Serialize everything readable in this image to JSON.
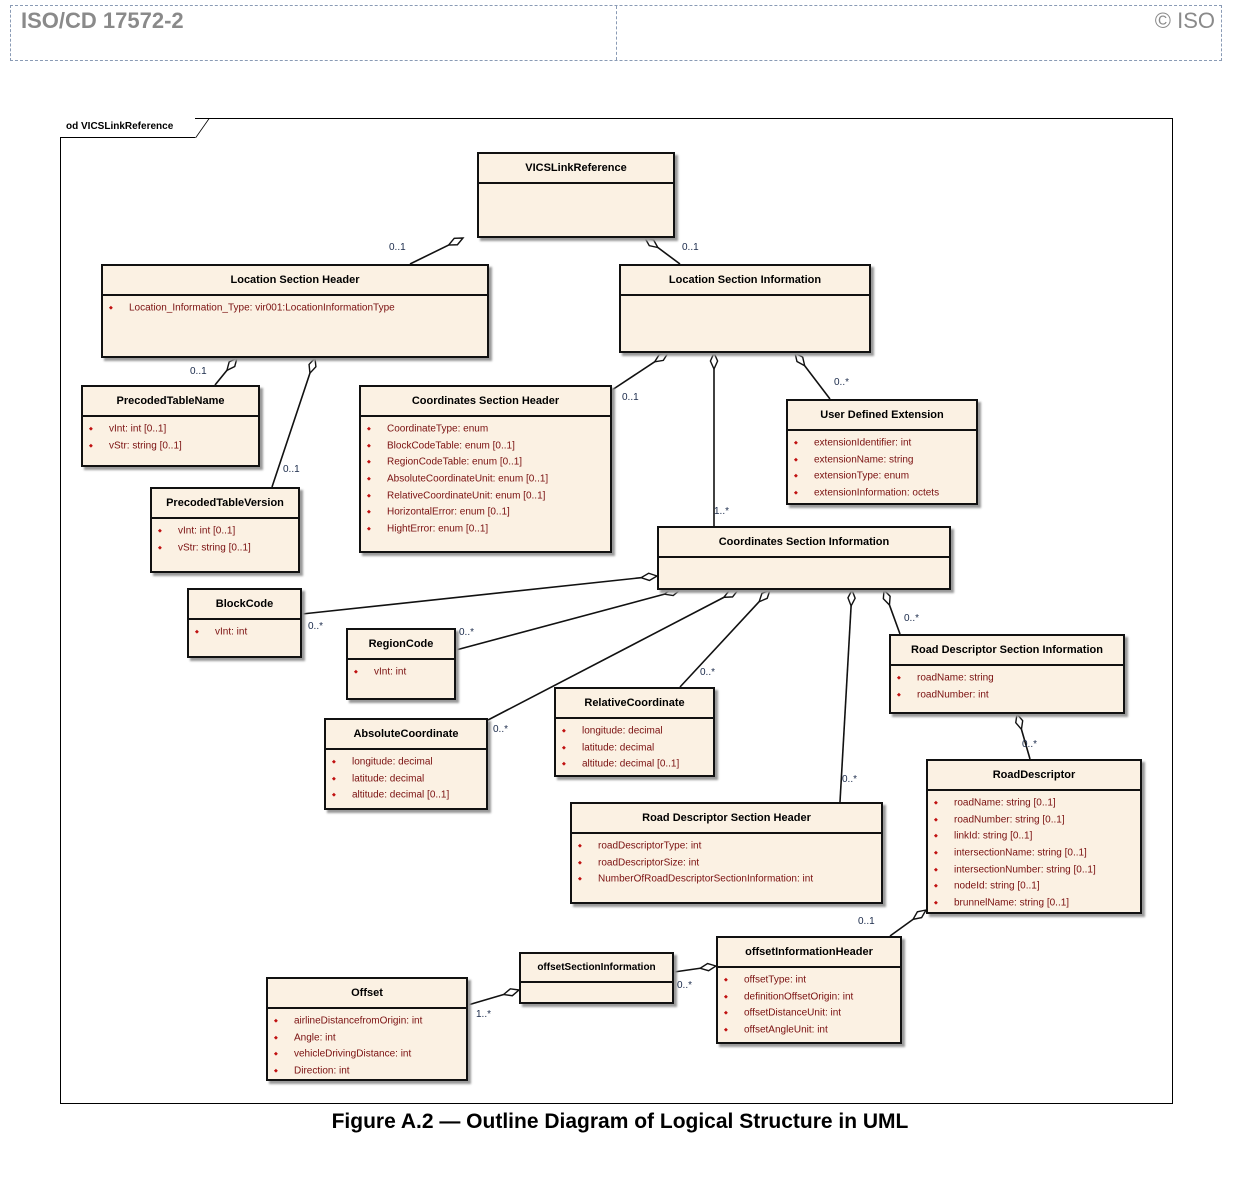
{
  "header": {
    "doc_id": "ISO/CD 17572-2",
    "copyright": "© ISO"
  },
  "diagram": {
    "frame_label": "od VICSLinkReference",
    "classes": {
      "vics": {
        "name": "VICSLinkReference",
        "attrs": []
      },
      "lsh": {
        "name": "Location Section Header",
        "attrs": [
          "Location_Information_Type: vir001:LocationInformationType"
        ]
      },
      "lsi": {
        "name": "Location Section Information",
        "attrs": []
      },
      "ptn": {
        "name": "PrecodedTableName",
        "attrs": [
          "vInt: int [0..1]",
          "vStr: string [0..1]"
        ]
      },
      "ptv": {
        "name": "PrecodedTableVersion",
        "attrs": [
          "vInt: int [0..1]",
          "vStr: string [0..1]"
        ]
      },
      "csh": {
        "name": "Coordinates Section Header",
        "attrs": [
          "CoordinateType: enum",
          "BlockCodeTable: enum [0..1]",
          "RegionCodeTable: enum [0..1]",
          "AbsoluteCoordinateUnit: enum [0..1]",
          "RelativeCoordinateUnit: enum [0..1]",
          "HorizontalError: enum [0..1]",
          "HightError: enum [0..1]"
        ]
      },
      "ude": {
        "name": "User Defined Extension",
        "attrs": [
          "extensionIdentifier: int",
          "extensionName: string",
          "extensionType: enum",
          "extensionInformation: octets"
        ]
      },
      "csi": {
        "name": "Coordinates Section Information",
        "attrs": []
      },
      "block": {
        "name": "BlockCode",
        "attrs": [
          "vInt: int"
        ]
      },
      "region": {
        "name": "RegionCode",
        "attrs": [
          "vInt: int"
        ]
      },
      "rdsi": {
        "name": "Road Descriptor Section Information",
        "attrs": [
          "roadName: string",
          "roadNumber: int"
        ]
      },
      "rel": {
        "name": "RelativeCoordinate",
        "attrs": [
          "longitude: decimal",
          "latitude: decimal",
          "altitude: decimal [0..1]"
        ]
      },
      "abs": {
        "name": "AbsoluteCoordinate",
        "attrs": [
          "longitude: decimal",
          "latitude: decimal",
          "altitude: decimal [0..1]"
        ]
      },
      "rdsh": {
        "name": "Road Descriptor Section Header",
        "attrs": [
          "roadDescriptorType: int",
          "roadDescriptorSize: int",
          "NumberOfRoadDescriptorSectionInformation: int"
        ]
      },
      "rd": {
        "name": "RoadDescriptor",
        "attrs": [
          "roadName: string [0..1]",
          "roadNumber: string [0..1]",
          "linkId: string [0..1]",
          "intersectionName: string [0..1]",
          "intersectionNumber: string [0..1]",
          "nodeId: string [0..1]",
          "brunnelName: string [0..1]"
        ]
      },
      "oih": {
        "name": "offsetInformationHeader",
        "attrs": [
          "offsetType: int",
          "definitionOffsetOrigin: int",
          "offsetDistanceUnit: int",
          "offsetAngleUnit: int"
        ]
      },
      "osi": {
        "name": "offsetSectionInformation",
        "attrs": []
      },
      "offset": {
        "name": "Offset",
        "attrs": [
          "airlineDistancefromOrigin: int",
          "Angle: int",
          "vehicleDrivingDistance: int",
          "Direction: int"
        ]
      }
    },
    "multiplicities": [
      "0..1",
      "0..1",
      "0..1",
      "0..1",
      "0..1",
      "1..*",
      "0..*",
      "0..*",
      "0..*",
      "0..*",
      "0..*",
      "0..*",
      "0..*",
      "0..*",
      "0..1",
      "0..*",
      "1..*"
    ]
  },
  "caption": "Figure A.2 — Outline Diagram of Logical Structure in UML"
}
